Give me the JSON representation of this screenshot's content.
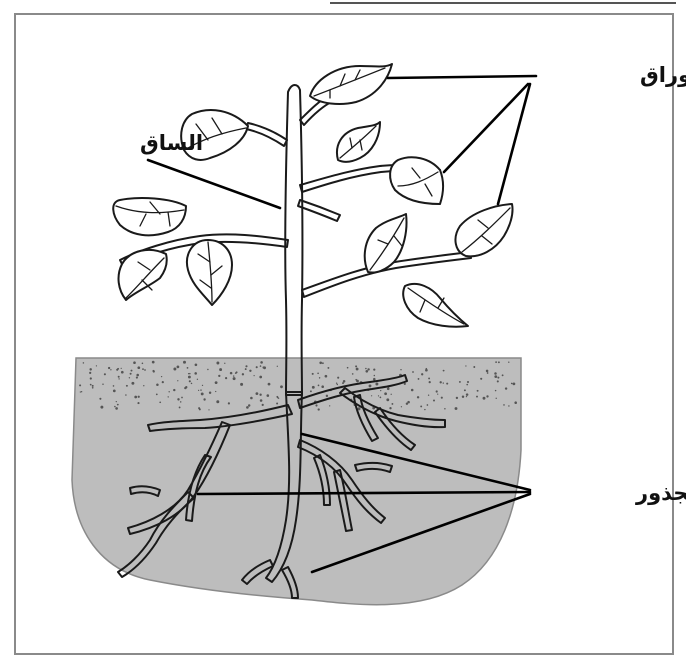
{
  "labels": {
    "leaves": "الأوراق",
    "stem": "الساق",
    "roots": "الجذور"
  },
  "colors": {
    "soil": "#bdbdbd",
    "soil_speckle": "#555555",
    "outline": "#1a1a1a",
    "plant_fill": "#ffffff",
    "frame": "#8a8a8a"
  }
}
